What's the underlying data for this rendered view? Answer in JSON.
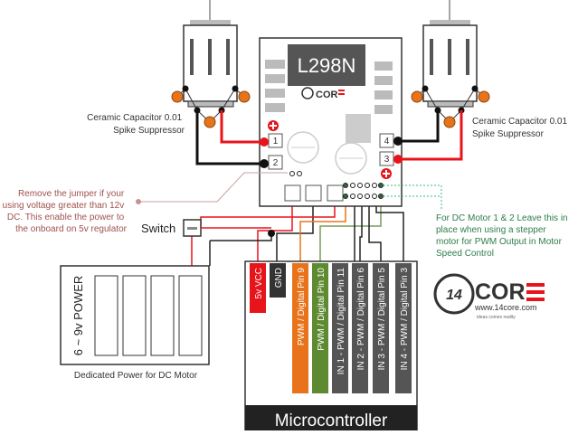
{
  "board": {
    "title": "L298N",
    "terminals": [
      "1",
      "2",
      "3",
      "4"
    ]
  },
  "left_motor_caption": [
    "Ceramic Capacitor 0.01",
    "Spike Suppressor"
  ],
  "right_motor_caption": [
    "Ceramic Capacitor 0.01",
    "Spike Suppressor"
  ],
  "jumper_note": [
    "Remove the jumper if your",
    "using voltage greater than 12v",
    "DC. This enable the power to",
    "the onboard on 5v regulator"
  ],
  "switch_label": "Switch",
  "enable_note": [
    "For DC Motor 1 & 2 Leave this in",
    "place  when using a stepper",
    "motor for PWM Output in Motor",
    "Speed Control"
  ],
  "battery": {
    "label": "6 ~ 9v POWER",
    "caption": "Dedicated Power for DC Motor"
  },
  "microcontroller": {
    "title": "Microcontroller",
    "pins": [
      "5v VCC",
      "GND",
      "PWM / Digital Pin 9",
      "PWM / Digital Pin 10",
      "IN 1 - PWM / Digital Pin 11",
      "IN 2 - PWM / Digital Pin 6",
      "IN 3 - PWM / Digital Pin 5",
      "IN 4 - PWM / Digital Pin 3"
    ]
  },
  "logo": {
    "text": "14CORE",
    "url_text": "www.14core.com",
    "tagline": "ideas comes reality"
  },
  "colors": {
    "red": "#e8141b",
    "orange": "#e8731a",
    "green": "#5e8a32",
    "gray": "#555555",
    "dark": "#333333",
    "note_red": "#a0524f",
    "note_green": "#2e7d4a"
  }
}
